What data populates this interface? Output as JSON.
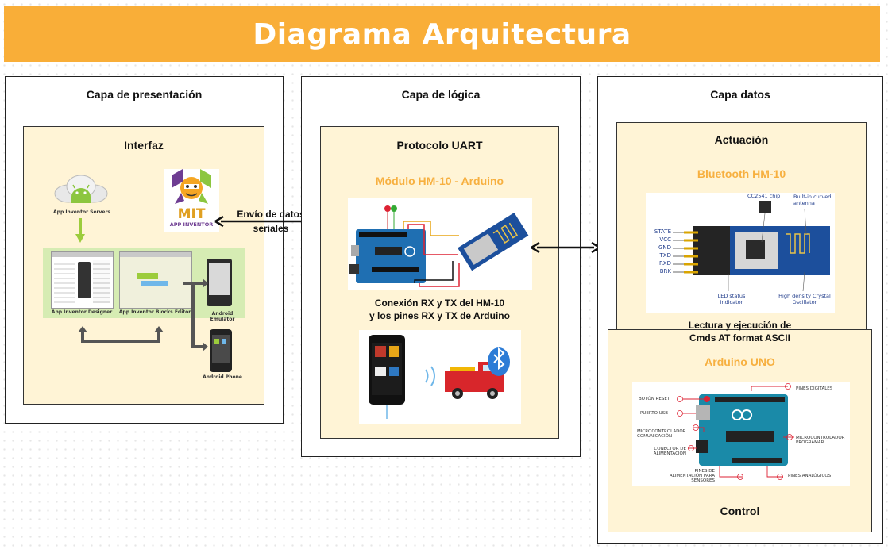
{
  "title": "Diagrama Arquitectura",
  "colors": {
    "banner": "#f9ae38",
    "accent": "#f7b040",
    "panel_fill": "#fff4d6"
  },
  "presentation": {
    "title": "Capa de presentación",
    "box_title": "Interfaz",
    "servers_label": "App Inventor Servers",
    "mit_text": "MIT",
    "mit_sub": "APP INVENTOR",
    "designer_label": "App Inventor Designer",
    "blocks_label": "App Inventor Blocks Editor",
    "emulator_label": "Android Emulator",
    "phone_label": "Android Phone"
  },
  "link1": {
    "line1": "Envío de datos",
    "line2": "seriales"
  },
  "logic": {
    "title": "Capa de lógica",
    "box_title": "Protocolo UART",
    "module_title": "Módulo HM-10 - Arduino",
    "caption_line1": "Conexión RX y TX del HM-10",
    "caption_line2": "y los pines RX y TX de Arduino"
  },
  "data": {
    "title": "Capa datos",
    "act_title": "Actuación",
    "bt_title": "Bluetooth HM-10",
    "pins": [
      "STATE",
      "VCC",
      "GND",
      "TXD",
      "RXD",
      "BRK"
    ],
    "chip_label": "CC2541 chip",
    "antenna_label": "Built-in curved antenna",
    "led_label": "LED status indicator",
    "osc_label": "High density Crystal Oscillator",
    "caption_line1": "Lectura y ejecución de",
    "caption_line2": "Cmds AT format ASCII",
    "arduino_title": "Arduino UNO",
    "control_title": "Control",
    "arduino_labels": {
      "reset": "BOTÓN RESET",
      "usb": "PUERTO USB",
      "com": "MICROCONTROLADOR COMUNICACIÓN",
      "power": "CONECTOR DE ALIMENTACIÓN",
      "power_pins": "PINES DE ALIMENTACIÓN PARA SENSORES",
      "digital": "PINES DIGITALES",
      "prog": "MICROCONTROLADOR PROGRAMAR",
      "analog": "PINES ANALÓGICOS"
    }
  }
}
